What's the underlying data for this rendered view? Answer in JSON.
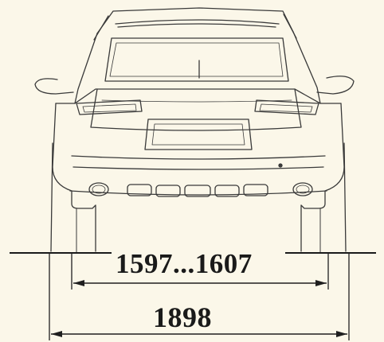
{
  "drawing": {
    "subject": "rear view of car with track and width dimensions",
    "ink_color": "#2a2a2a",
    "paper_color": "#fbf7e9"
  },
  "dimensions": {
    "track": "1597...1607",
    "overall_width": "1898"
  }
}
